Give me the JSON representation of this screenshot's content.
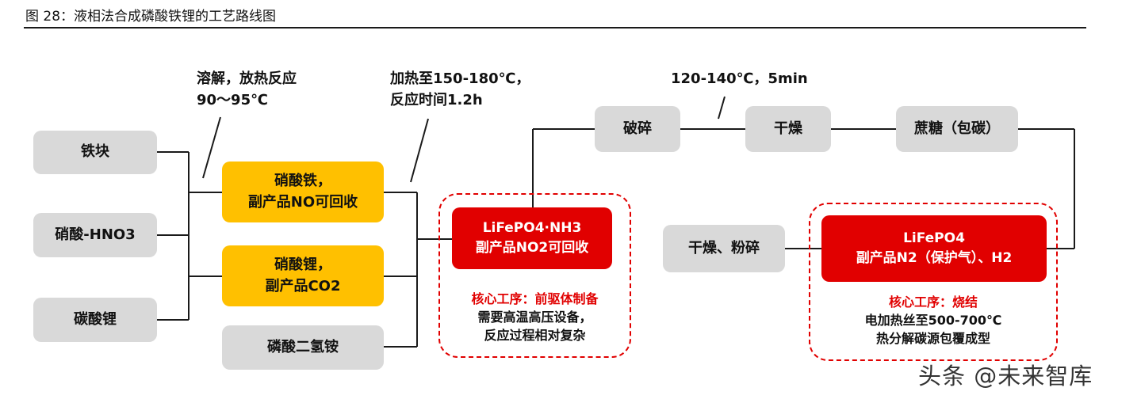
{
  "caption": "图 28：液相法合成磷酸铁锂的工艺路线图",
  "inputs": {
    "iron_block": "铁块",
    "nitric_acid": "硝酸-HNO3",
    "lithium_carbonate": "碳酸锂"
  },
  "intermediates": {
    "iron_nitrate": [
      "硝酸铁，",
      "副产品NO可回收"
    ],
    "lithium_nitrate": [
      "硝酸锂，",
      "副产品CO2"
    ],
    "ammonium_phosphate": "磷酸二氢铵"
  },
  "conditions": {
    "dissolve": [
      "溶解，放热反应",
      "90～95℃"
    ],
    "heating": [
      "加热至150-180℃，",
      "反应时间1.2h"
    ],
    "drying": "120-140℃，5min"
  },
  "precursor": {
    "box": [
      "LiFePO4·NH3",
      "副产品NO2可回收"
    ],
    "core_label": "核心工序：前驱体制备",
    "core_desc": [
      "需要高温高压设备，",
      "反应过程相对复杂"
    ]
  },
  "steps": {
    "crushing": "破碎",
    "drying": "干燥",
    "sucrose": "蔗糖（包碳）",
    "dry_grind": "干燥、粉碎"
  },
  "sintering": {
    "box": [
      "LiFePO4",
      "副产品N2（保护气）、H2"
    ],
    "core_label": "核心工序：烧结",
    "core_desc": [
      "电加热丝至500-700℃",
      "热分解碳源包覆成型"
    ]
  },
  "watermark": "头条 @未来智库",
  "colors": {
    "gray": "#d9d9d9",
    "yellow": "#ffc000",
    "red": "#e10000",
    "line": "#1a1a1a"
  }
}
